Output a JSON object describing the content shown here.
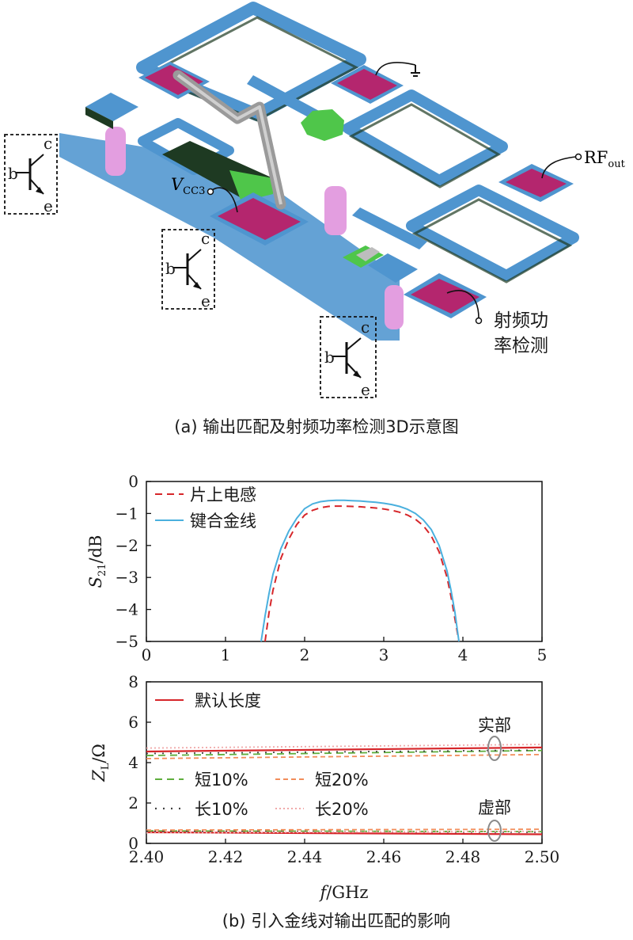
{
  "panel_a": {
    "caption": "(a) 输出匹配及射频功率检测3D示意图",
    "label_vcc": "V",
    "label_vcc_sub": "CC3",
    "label_rf": "RF",
    "label_rf_sub": "out",
    "label_detect_line1": "射频功",
    "label_detect_line2": "率检测",
    "transistor_terminals": {
      "b": "b",
      "c": "c",
      "e": "e"
    }
  },
  "panel_b": {
    "caption": "(b) 引入金线对输出匹配的影响"
  },
  "colors": {
    "metal_blue": "#4f95cf",
    "pad_magenta": "#b4266e",
    "via_pink": "#e39ee0",
    "green_layer": "#4fc64a",
    "dark_green": "#1e3a22",
    "bondwire_gray": "#9a9a9a",
    "red_curve": "#d6262a",
    "blue_curve": "#4ab0de",
    "green_curve": "#5fae3d",
    "orange_curve": "#f28d5a",
    "ellipse_gray": "#8a8a8a"
  },
  "chart_data": [
    {
      "type": "line",
      "ylabel_main": "S",
      "ylabel_sub": "21",
      "ylabel_unit": "/dB",
      "xlim": [
        0,
        5
      ],
      "ylim": [
        -5,
        0
      ],
      "xticks": [
        "0",
        "1",
        "2",
        "3",
        "4",
        "5"
      ],
      "yticks": [
        "0",
        "−1",
        "−2",
        "−3",
        "−4",
        "−5"
      ],
      "xtick_values": [
        0,
        1,
        2,
        3,
        4,
        5
      ],
      "ytick_values": [
        0,
        -1,
        -2,
        -3,
        -4,
        -5
      ],
      "legend_position": "top-left",
      "series": [
        {
          "name": "片上电感",
          "color": "#d6262a",
          "dash": "dashed",
          "x": [
            1.5,
            1.55,
            1.6,
            1.7,
            1.8,
            1.9,
            2.0,
            2.1,
            2.2,
            2.3,
            2.4,
            2.5,
            2.6,
            2.7,
            2.8,
            2.9,
            3.0,
            3.1,
            3.2,
            3.3,
            3.4,
            3.5,
            3.6,
            3.7,
            3.8,
            3.85,
            3.9,
            3.95
          ],
          "y": [
            -5.0,
            -4.1,
            -3.4,
            -2.4,
            -1.8,
            -1.35,
            -1.05,
            -0.9,
            -0.82,
            -0.78,
            -0.77,
            -0.77,
            -0.78,
            -0.79,
            -0.81,
            -0.83,
            -0.86,
            -0.9,
            -0.96,
            -1.05,
            -1.18,
            -1.38,
            -1.7,
            -2.2,
            -3.0,
            -3.6,
            -4.3,
            -5.0
          ]
        },
        {
          "name": "键合金线",
          "color": "#4ab0de",
          "dash": "solid",
          "x": [
            1.45,
            1.5,
            1.55,
            1.6,
            1.7,
            1.8,
            1.9,
            2.0,
            2.1,
            2.2,
            2.3,
            2.4,
            2.5,
            2.6,
            2.7,
            2.8,
            2.9,
            3.0,
            3.1,
            3.2,
            3.3,
            3.4,
            3.5,
            3.6,
            3.7,
            3.8,
            3.85,
            3.9,
            3.95
          ],
          "y": [
            -5.0,
            -4.2,
            -3.5,
            -2.9,
            -2.1,
            -1.55,
            -1.15,
            -0.85,
            -0.7,
            -0.63,
            -0.6,
            -0.59,
            -0.59,
            -0.6,
            -0.61,
            -0.63,
            -0.65,
            -0.68,
            -0.72,
            -0.78,
            -0.87,
            -1.0,
            -1.2,
            -1.5,
            -2.0,
            -2.8,
            -3.4,
            -4.1,
            -5.0
          ]
        }
      ]
    },
    {
      "type": "line",
      "ylabel_main": "Z",
      "ylabel_sub": "L",
      "ylabel_unit": "/Ω",
      "xlabel_main": "f",
      "xlabel_unit": "/GHz",
      "xlim": [
        2.4,
        2.5
      ],
      "ylim": [
        0,
        8
      ],
      "xticks": [
        "2.40",
        "2.42",
        "2.44",
        "2.46",
        "2.48",
        "2.50"
      ],
      "yticks": [
        "0",
        "2",
        "4",
        "6",
        "8"
      ],
      "xtick_values": [
        2.4,
        2.42,
        2.44,
        2.46,
        2.48,
        2.5
      ],
      "ytick_values": [
        0,
        2,
        4,
        6,
        8
      ],
      "annotations": {
        "real": "实部",
        "imag": "虚部"
      },
      "series": [
        {
          "name": "默认长度",
          "color": "#d6262a",
          "dash": "solid",
          "x": [
            2.4,
            2.5
          ],
          "y_real": [
            4.55,
            4.75
          ],
          "y_imag": [
            0.55,
            0.45
          ]
        },
        {
          "name": "短10%",
          "color": "#5fae3d",
          "dash": "dashed",
          "x": [
            2.4,
            2.5
          ],
          "y_real": [
            4.35,
            4.6
          ],
          "y_imag": [
            0.62,
            0.58
          ]
        },
        {
          "name": "短20%",
          "color": "#f28d5a",
          "dash": "dashed",
          "x": [
            2.4,
            2.5
          ],
          "y_real": [
            4.2,
            4.4
          ],
          "y_imag": [
            0.66,
            0.7
          ]
        },
        {
          "name": "长10%",
          "color": "#444444",
          "dash": "dotted",
          "x": [
            2.4,
            2.5
          ],
          "y_real": [
            4.45,
            4.62
          ],
          "y_imag": [
            0.6,
            0.55
          ]
        },
        {
          "name": "长20%",
          "color": "#f0a8a8",
          "dash": "dotted",
          "x": [
            2.4,
            2.5
          ],
          "y_real": [
            4.72,
            4.9
          ],
          "y_imag": [
            0.52,
            0.6
          ]
        }
      ]
    }
  ]
}
